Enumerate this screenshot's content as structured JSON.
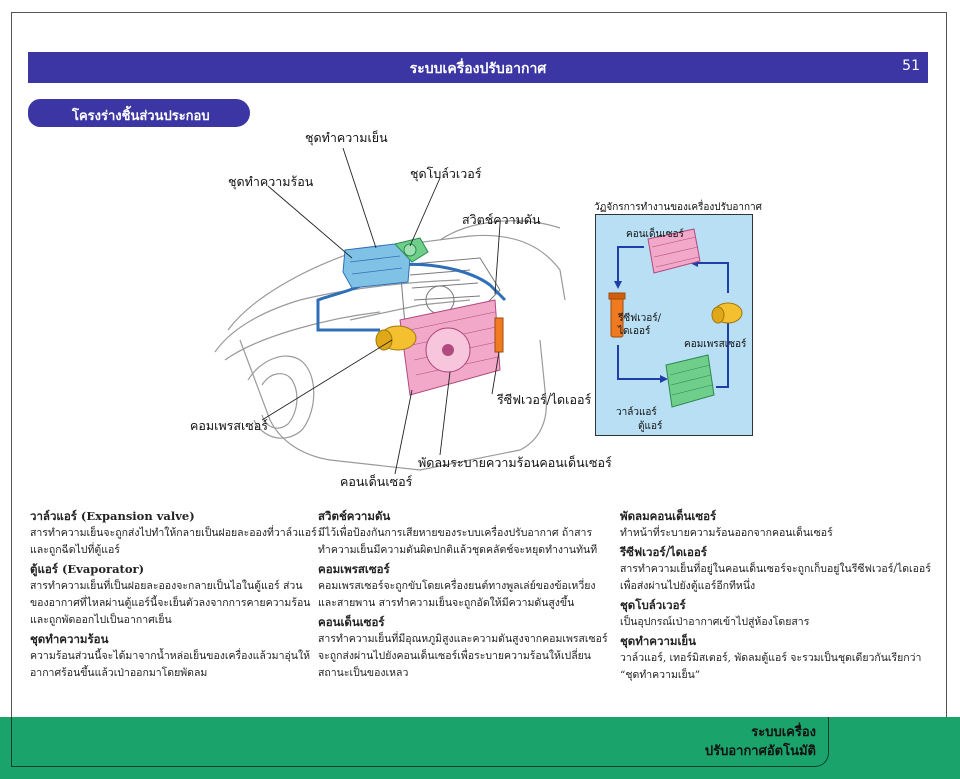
{
  "header": {
    "title": "ระบบเครื่องปรับอากาศ",
    "page_number": "51"
  },
  "section": {
    "title": "โครงร่างชิ้นส่วนประกอบ"
  },
  "diagram": {
    "labels": {
      "cooling_unit": "ชุดทำความเย็น",
      "heater_unit": "ชุดทำความร้อน",
      "blower_unit": "ชุดโบล์วเวอร์",
      "pressure_switch": "สวิตช์ความดัน",
      "receiver_dryer": "รีซีฟเวอร์/ไดเออร์",
      "compressor": "คอมเพรสเซอร์",
      "condenser_fan": "พัดลมระบายความร้อนคอนเด็นเซอร์",
      "condenser": "คอนเด็นเซอร์"
    }
  },
  "cycle": {
    "caption": "วัฏจักรการทำงานของเครื่องปรับอากาศ",
    "labels": {
      "condenser": "คอนเด็นเซอร์",
      "receiver_dryer_1": "รีซีฟเวอร์/",
      "receiver_dryer_2": "ไดเออร์",
      "compressor": "คอมเพรสเซอร์",
      "expansion_valve": "วาล์วแอร์",
      "evaporator": "ตู้แอร์"
    },
    "colors": {
      "background": "#b8dff3",
      "arrow": "#1f3fa8"
    }
  },
  "descriptions": {
    "col1": [
      {
        "title": "วาล์วแอร์ (Expansion valve)",
        "text": "สารทำความเย็นจะถูกส่งไปทำให้กลายเป็นฝอยละอองที่วาล์วแอร์และถูกฉีดไปที่ตู้แอร์"
      },
      {
        "title": "ตู้แอร์ (Evaporator)",
        "text": "สารทำความเย็นที่เป็นฝอยละอองจะกลายเป็นไอในตู้แอร์ ส่วนของอากาศที่ไหลผ่านตู้แอร์นี้จะเย็นตัวลงจากการคายความร้อนและถูกพัดออกไปเป็นอากาศเย็น"
      },
      {
        "title": "ชุดทำความร้อน",
        "text": "ความร้อนส่วนนี้จะได้มาจากน้ำหล่อเย็นของเครื่องแล้วมาอุ่นให้อากาศร้อนขึ้นแล้วเป่าออกมาโดยพัดลม"
      }
    ],
    "col2": [
      {
        "title": "สวิตช์ความดัน",
        "text": "มีไว้เพื่อป้องกันการเสียหายของระบบเครื่องปรับอากาศ ถ้าสารทำความเย็นมีความดันผิดปกติแล้วชุดคลัตช์จะหยุดทำงานทันที"
      },
      {
        "title": "คอมเพรสเซอร์",
        "text": "คอมเพรสเซอร์จะถูกขับโดยเครื่องยนต์ทางพูลเล่ย์ของข้อเหวี่ยงและสายพาน สารทำความเย็นจะถูกอัดให้มีความดันสูงขึ้น"
      },
      {
        "title": "คอนเด็นเซอร์",
        "text": "สารทำความเย็นที่มีอุณหภูมิสูงและความดันสูงจากคอมเพรสเซอร์จะถูกส่งผ่านไปยังคอนเด็นเซอร์เพื่อระบายความร้อนให้เปลี่ยนสถานะเป็นของเหลว"
      }
    ],
    "col3": [
      {
        "title": "พัดลมคอนเด็นเซอร์",
        "text": "ทำหน้าที่ระบายความร้อนออกจากคอนเด็นเซอร์"
      },
      {
        "title": "รีซีฟเวอร์/ไดเออร์",
        "text": "สารทำความเย็นที่อยู่ในคอนเด็นเซอร์จะถูกเก็บอยู่ในรีซีฟเวอร์/ไดเออร์เพื่อส่งผ่านไปยังตู้แอร์อีกทีหนึ่ง"
      },
      {
        "title": "ชุดโบล์วเวอร์",
        "text": "เป็นอุปกรณ์เป่าอากาศเข้าไปสู่ห้องโดยสาร"
      },
      {
        "title": "ชุดทำความเย็น",
        "text": "วาล์วแอร์, เทอร์มิสเตอร์, พัดลมตู้แอร์ จะรวมเป็นชุดเดียวกันเรียกว่า “ชุดทำความเย็น”"
      }
    ]
  },
  "footer": {
    "line1": "ระบบเครื่อง",
    "line2": "ปรับอากาศอัตโนมัติ"
  },
  "colors": {
    "header": "#3b36a3",
    "footer": "#1aa36b"
  }
}
